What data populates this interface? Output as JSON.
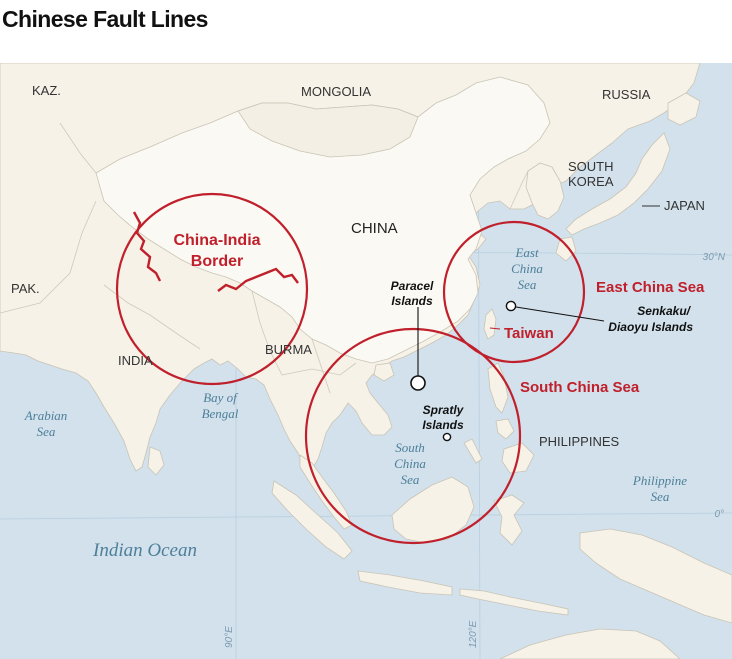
{
  "title": "Chinese Fault Lines",
  "colors": {
    "sea": "#d2e1ec",
    "land": "#f6f2e8",
    "china_land": "#fbf9f3",
    "border": "#c9c4b5",
    "highlight": "#c0202b",
    "water_label": "#4d7f99"
  },
  "countries": {
    "kaz": "KAZ.",
    "mongolia": "MONGOLIA",
    "russia": "RUSSIA",
    "south_korea_1": "SOUTH",
    "south_korea_2": "KOREA",
    "japan": "JAPAN",
    "china": "CHINA",
    "pak": "PAK.",
    "india": "INDIA",
    "burma": "BURMA",
    "philippines": "PHILIPPINES"
  },
  "waters": {
    "east_china_sea_1": "East",
    "east_china_sea_2": "China",
    "east_china_sea_3": "Sea",
    "bay_of_bengal_1": "Bay of",
    "bay_of_bengal_2": "Bengal",
    "arabian_sea_1": "Arabian",
    "arabian_sea_2": "Sea",
    "south_china_sea_1": "South",
    "south_china_sea_2": "China",
    "south_china_sea_3": "Sea",
    "philippine_sea_1": "Philippine",
    "philippine_sea_2": "Sea",
    "indian_ocean": "Indian Ocean"
  },
  "hotspots": {
    "china_india_1": "China-India",
    "china_india_2": "Border",
    "east_china_sea": "East China Sea",
    "south_china_sea": "South China Sea",
    "taiwan": "Taiwan"
  },
  "islands": {
    "paracel_1": "Paracel",
    "paracel_2": "Islands",
    "spratly_1": "Spratly",
    "spratly_2": "Islands",
    "senkaku_1": "Senkaku/",
    "senkaku_2": "Diaoyu Islands"
  },
  "coordinates": {
    "lat_30": "30°N",
    "lat_0": "0°",
    "lon_90": "90°E",
    "lon_120": "120°E"
  }
}
